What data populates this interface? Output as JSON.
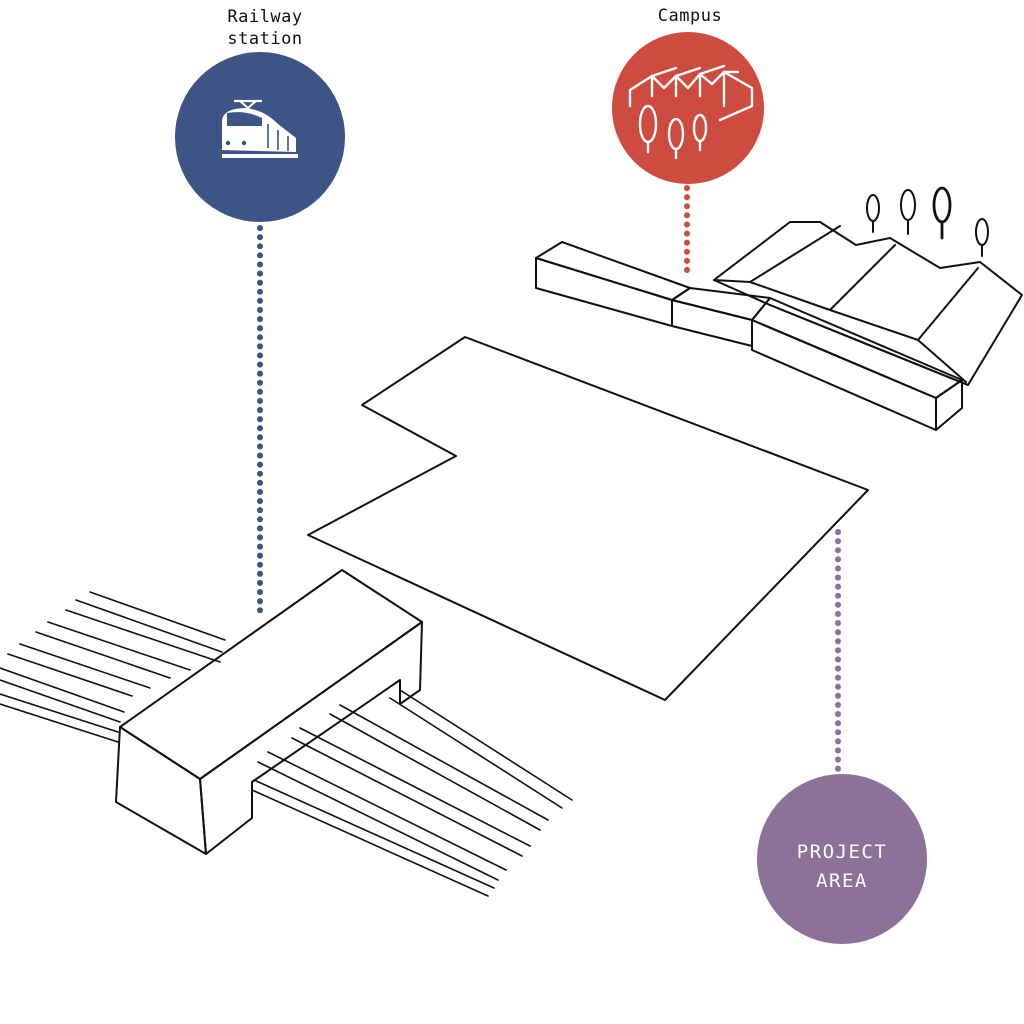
{
  "labels": {
    "railway_line1": "Railway",
    "railway_line2": "station",
    "campus": "Campus",
    "project_line1": "PROJECT",
    "project_line2": "AREA"
  },
  "colors": {
    "railway": "#3d5487",
    "campus": "#cd4b3f",
    "project": "#8c7198",
    "outline": "#111111"
  },
  "icons": {
    "railway": "train-icon",
    "campus": "campus-buildings-icon"
  }
}
